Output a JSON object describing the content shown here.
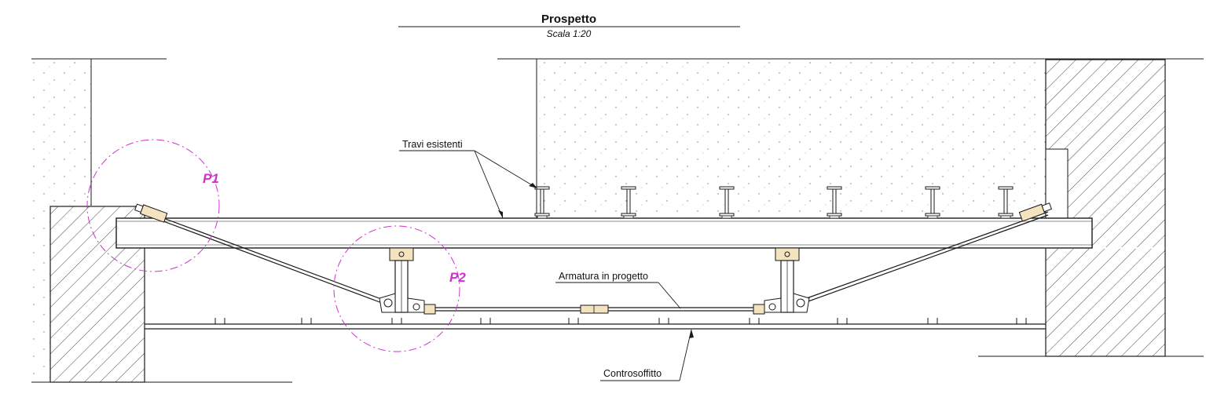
{
  "title": "Prospetto",
  "subtitle": "Scala 1:20",
  "labels": {
    "existing_beams": "Travi esistenti",
    "reinforcement": "Armatura in progetto",
    "false_ceiling": "Controsoffitto"
  },
  "details": [
    {
      "id": "p1",
      "label": "P1"
    },
    {
      "id": "p2",
      "label": "P2"
    }
  ],
  "colors": {
    "detail_marker": "#cc33cc",
    "fitting": "#f3e3bf",
    "line": "#1a1a1a"
  }
}
